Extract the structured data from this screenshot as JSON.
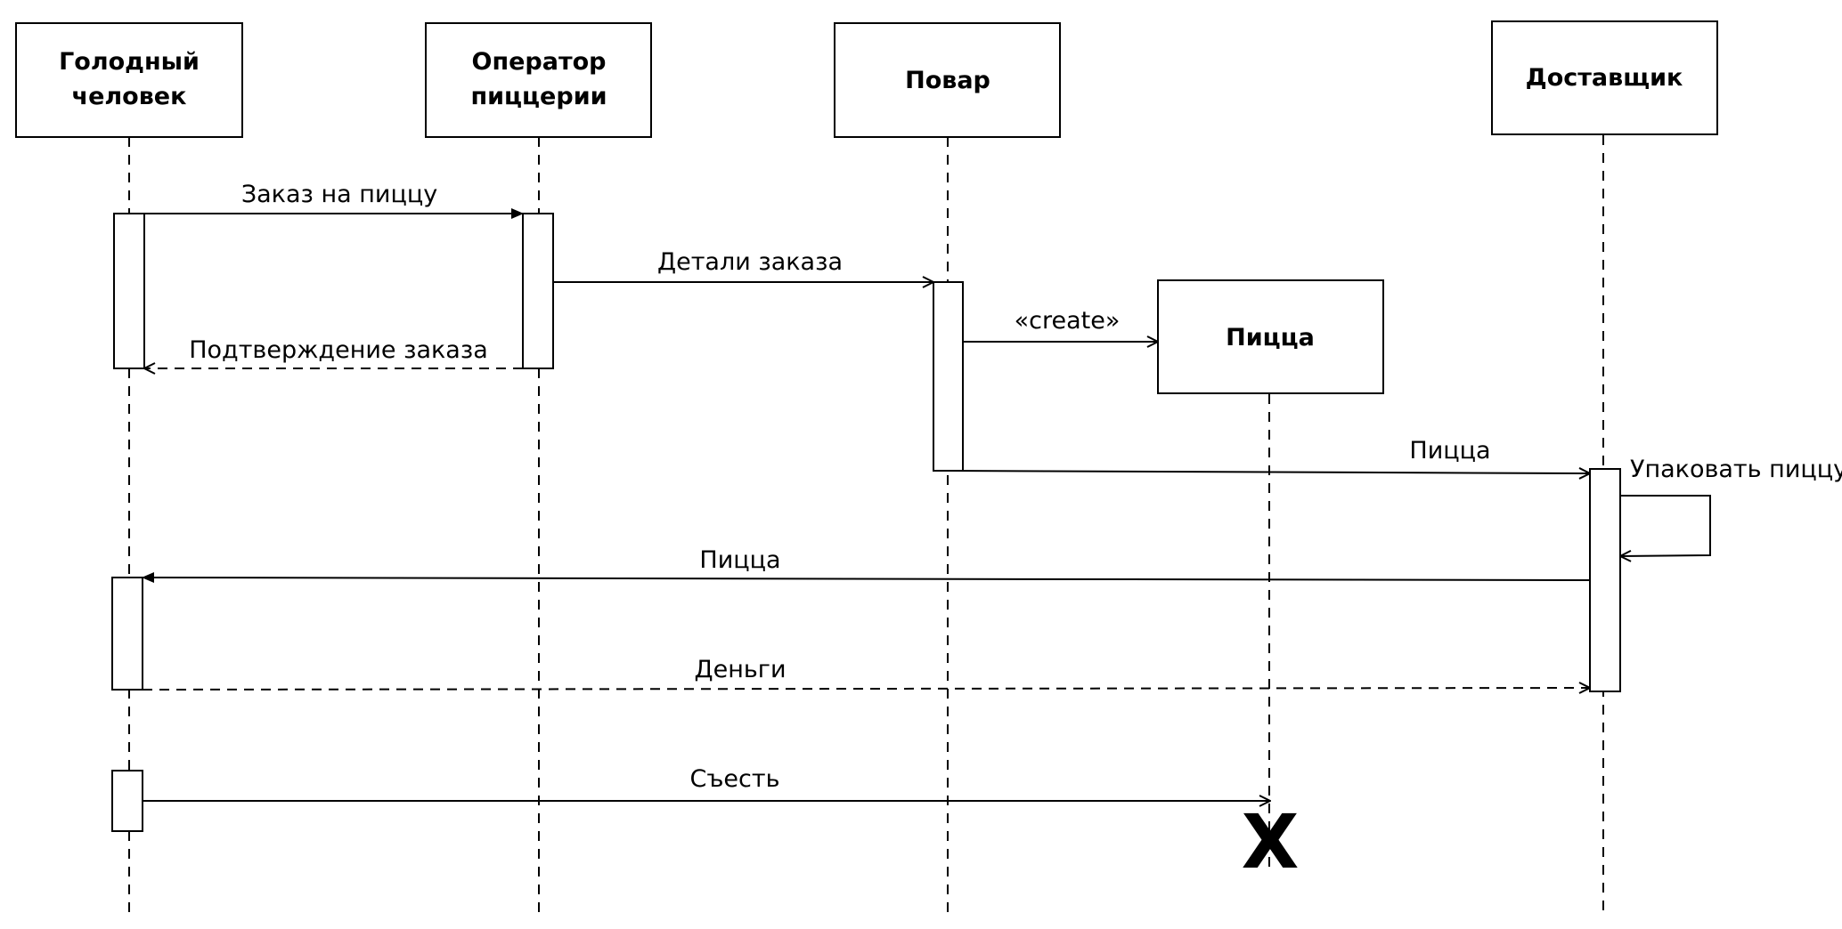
{
  "participants": {
    "hungry": {
      "line1": "Голодный",
      "line2": "человек"
    },
    "operator": {
      "line1": "Оператор",
      "line2": "пиццерии"
    },
    "cook": {
      "label": "Повар"
    },
    "courier": {
      "label": "Доставщик"
    },
    "pizza": {
      "label": "Пицца"
    }
  },
  "messages": {
    "order": "Заказ на пиццу",
    "details": "Детали заказа",
    "create": "«create»",
    "confirm": "Подтверждение заказа",
    "pizza_to_courier": "Пицца",
    "pack": "Упаковать пиццу",
    "pizza_to_customer": "Пицца",
    "money": "Деньги",
    "eat": "Съесть"
  },
  "destroy_marker": "X"
}
